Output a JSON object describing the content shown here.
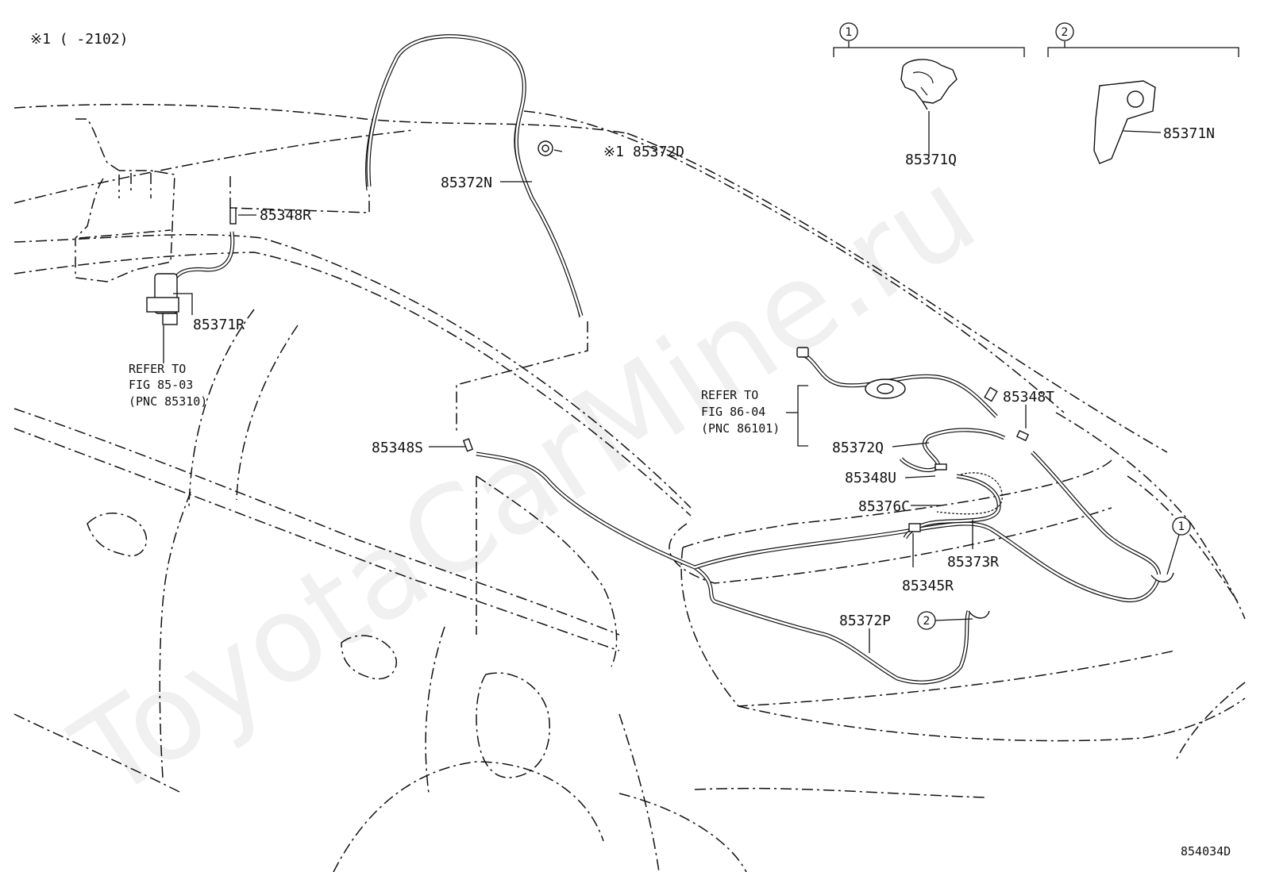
{
  "note": "※1 (    -2102)",
  "variant_markers": [
    "1",
    "2"
  ],
  "parts": {
    "p85372D": "85372D",
    "p85372D_mark": "※1",
    "p85372N": "85372N",
    "p85348R": "85348R",
    "p85371R": "85371R",
    "p85371Q": "85371Q",
    "p85371N": "85371N",
    "p85348T": "85348T",
    "p85348S": "85348S",
    "p85372Q": "85372Q",
    "p85348U": "85348U",
    "p85376C": "85376C",
    "p85373R": "85373R",
    "p85345R": "85345R",
    "p85372P": "85372P"
  },
  "refer_pump": {
    "line1": "REFER TO",
    "line2": "FIG 85-03",
    "line3": "(PNC 85310)"
  },
  "refer_harness": {
    "line1": "REFER TO",
    "line2": "FIG 86-04",
    "line3": "(PNC 86101)"
  },
  "figure_id": "854034D",
  "watermark": "ToyotaCarMine.ru"
}
